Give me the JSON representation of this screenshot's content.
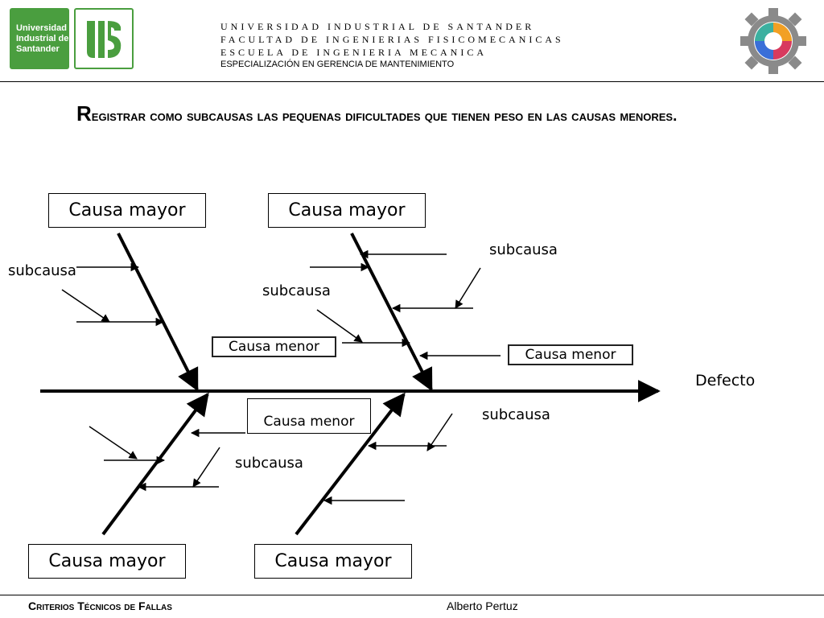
{
  "header": {
    "logo_text": "Universidad Industrial de Santander",
    "lines": [
      "UNIVERSIDAD INDUSTRIAL DE SANTANDER",
      "FACULTAD DE  INGENIERIAS FISICOMECANICAS",
      "ESCUELA DE INGENIERIA MECANICA",
      "ESPECIALIZACIÓN EN GERENCIA DE MANTENIMIENTO"
    ]
  },
  "title": {
    "first_letter": "R",
    "rest": "egistrar como subcausas las pequenas dificultades que tienen peso en las causas menores."
  },
  "diagram": {
    "effect_label": "Defecto",
    "major_causes": [
      "Causa mayor",
      "Causa mayor",
      "Causa mayor",
      "Causa mayor"
    ],
    "minor_causes": [
      "Causa menor",
      "Causa menor",
      "Causa menor"
    ],
    "subcause_labels": [
      "subcausa",
      "subcausa",
      "subcausa",
      "subcausa",
      "subcausa"
    ]
  },
  "footer": {
    "left": "Criterios Técnicos de Fallas",
    "right": "Alberto Pertuz"
  },
  "colors": {
    "brand_green": "#4a9e3f",
    "line": "#000000"
  }
}
